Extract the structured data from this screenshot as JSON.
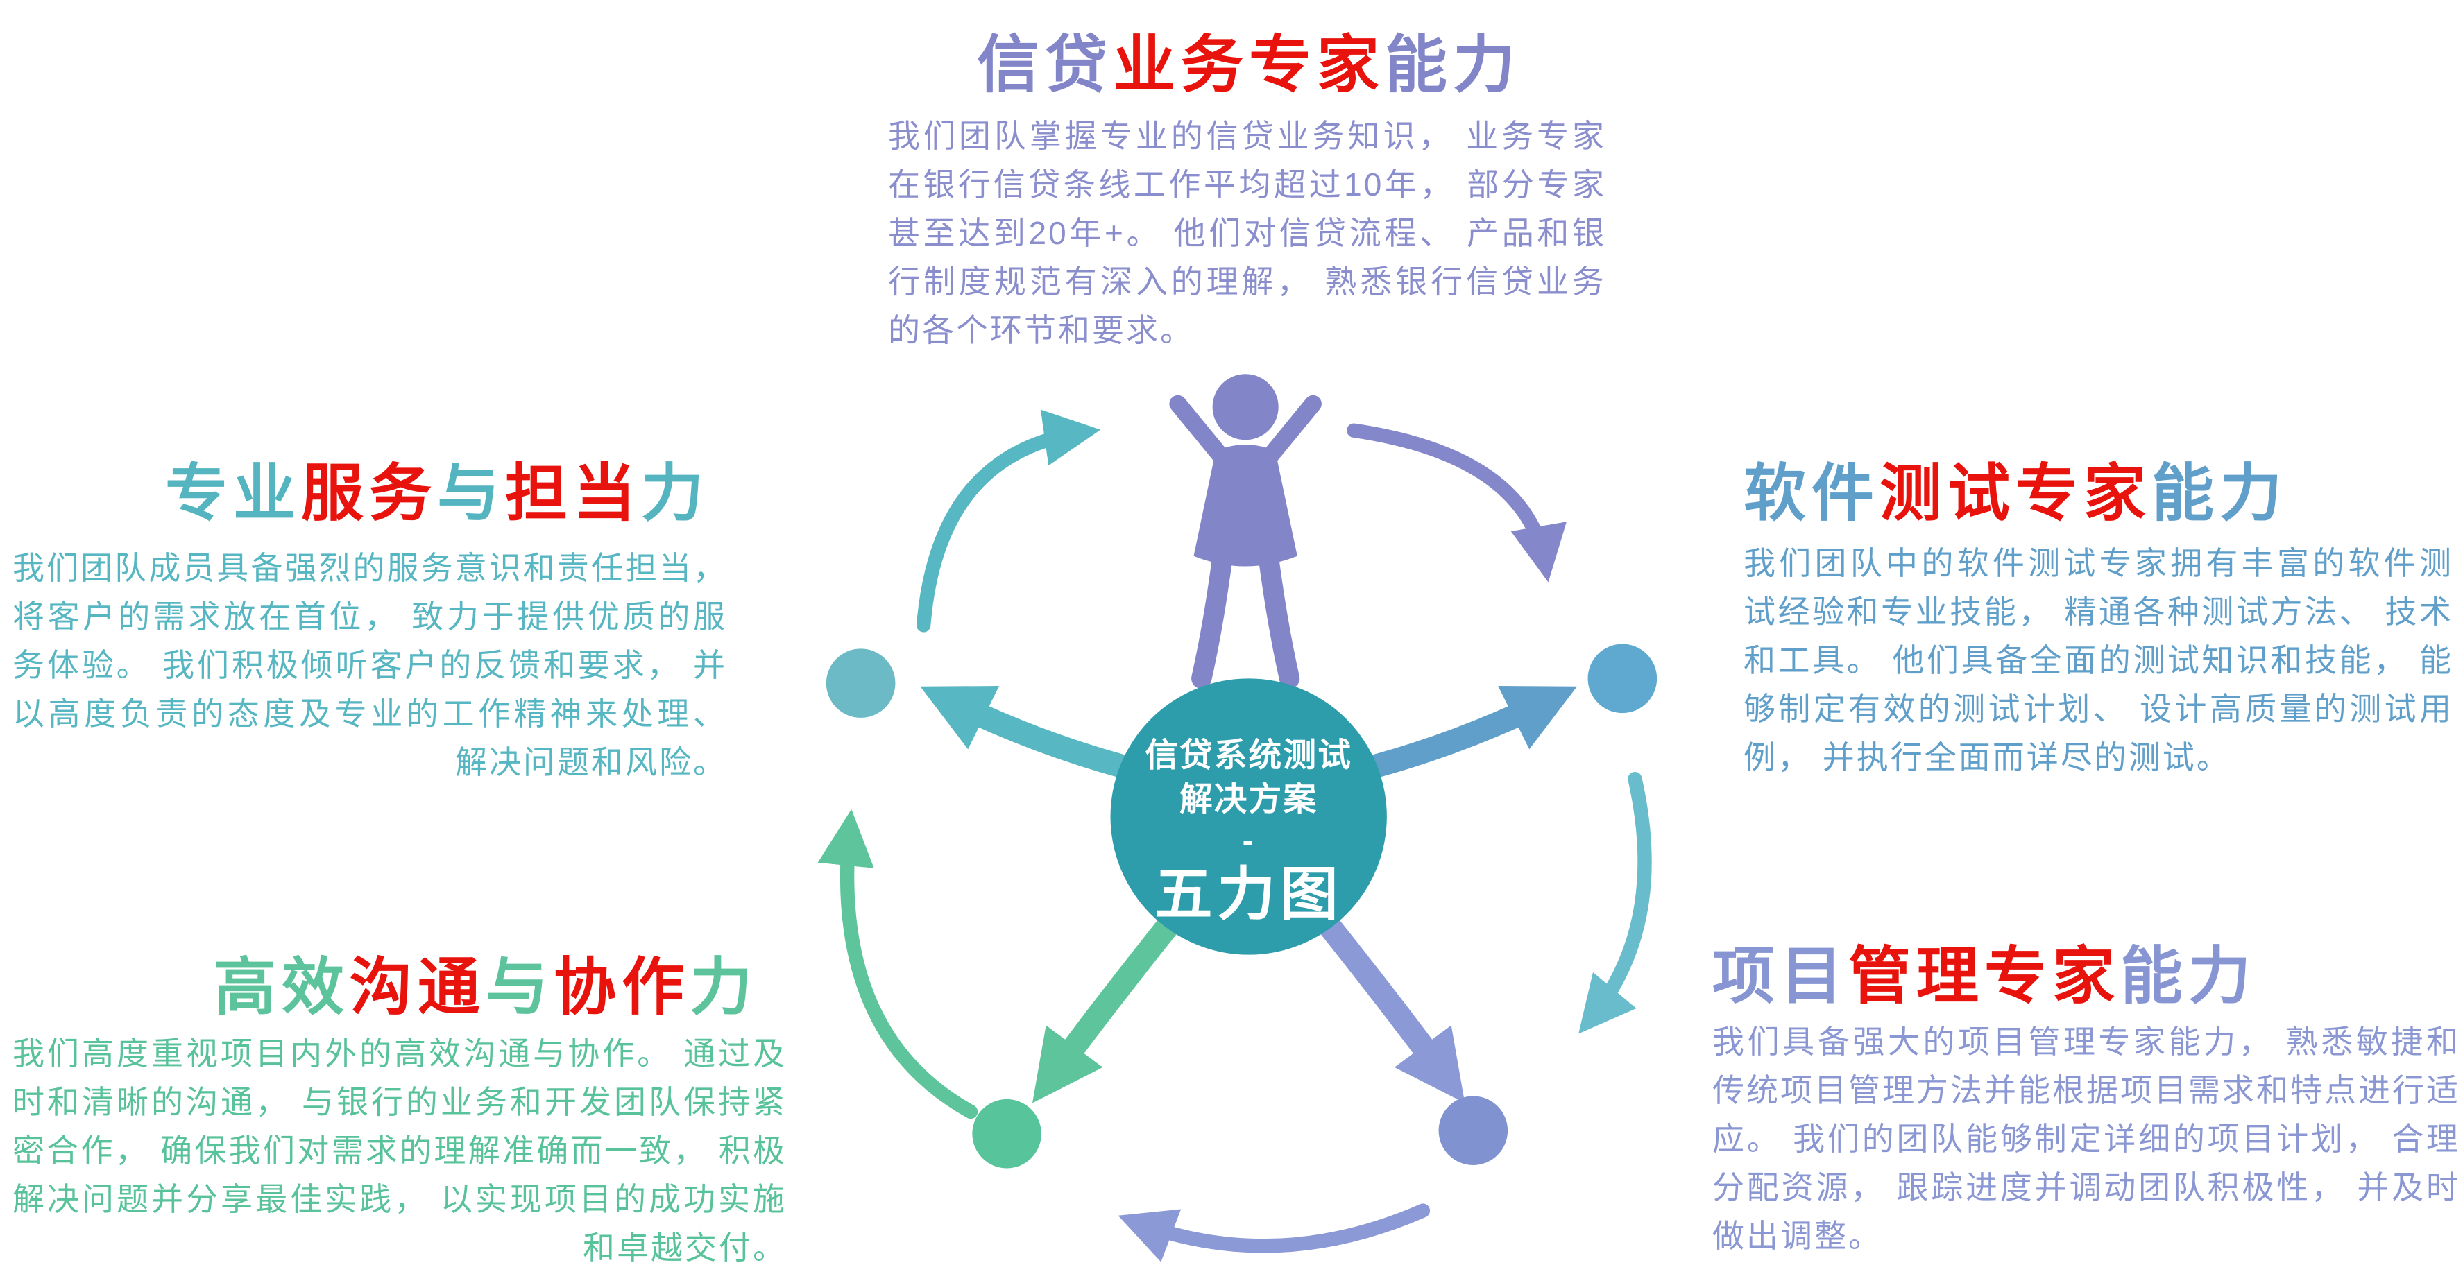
{
  "colors": {
    "accent_red": "#e8130c",
    "purple": "#8286c9",
    "teal": "#54b5c0",
    "steel_blue": "#5f9fca",
    "green": "#5cc39c",
    "periwinkle": "#8795d2",
    "center_circle": "#2d9cab"
  },
  "center": {
    "line1": "信贷系统测试",
    "line2": "解决方案",
    "dash": "-",
    "title": "五力图"
  },
  "sections": {
    "credit": {
      "title": [
        "信贷",
        "业务专家",
        "能力"
      ],
      "body": "我们团队掌握专业的信贷业务知识， 业务专家在银行信贷条线工作平均超过10年， 部分专家甚至达到20年+。 他们对信贷流程、 产品和银行制度规范有深入的理解， 熟悉银行信贷业务的各个环节和要求。"
    },
    "service": {
      "title": [
        "专业",
        "服务",
        "与",
        "担当",
        "力"
      ],
      "body": "我们团队成员具备强烈的服务意识和责任担当， 将客户的需求放在首位， 致力于提供优质的服务体验。 我们积极倾听客户的反馈和要求， 并以高度负责的态度及专业的工作精神来处理、 解决问题和风险。"
    },
    "testing": {
      "title": [
        "软件",
        "测试专家",
        "能力"
      ],
      "body": "我们团队中的软件测试专家拥有丰富的软件测试经验和专业技能， 精通各种测试方法、 技术和工具。 他们具备全面的测试知识和技能， 能够制定有效的测试计划、 设计高质量的测试用例， 并执行全面而详尽的测试。"
    },
    "communication": {
      "title": [
        "高效",
        "沟通",
        "与",
        "协作",
        "力"
      ],
      "body": "我们高度重视项目内外的高效沟通与协作。 通过及时和清晰的沟通， 与银行的业务和开发团队保持紧密合作， 确保我们对需求的理解准确而一致， 积极解决问题并分享最佳实践， 以实现项目的成功实施和卓越交付。"
    },
    "management": {
      "title": [
        "项目",
        "管理专家",
        "能力"
      ],
      "body": "我们具备强大的项目管理专家能力， 熟悉敏捷和传统项目管理方法并能根据项目需求和特点进行适应。 我们的团队能够制定详细的项目计划， 合理分配资源， 跟踪进度并调动团队积极性， 并及时做出调整。"
    }
  }
}
